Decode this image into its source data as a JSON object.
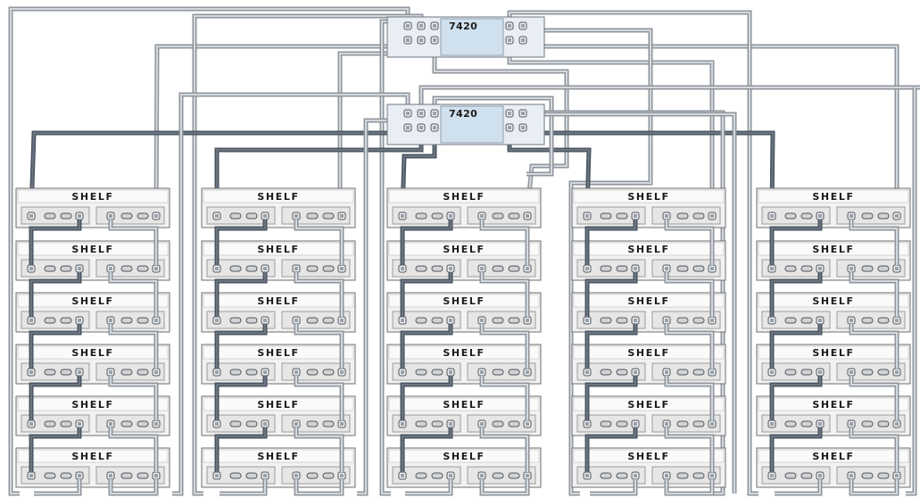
{
  "controllers": [
    {
      "label": "7420"
    },
    {
      "label": "7420"
    }
  ],
  "shelf_label": "SHELF",
  "columns": 5,
  "shelves_per_column": 6,
  "colors": {
    "background": "#ffffff",
    "controller_panel": "#cfe0ee",
    "shelf_body": "#f2f2f2",
    "shelf_border": "#6f6f6f",
    "cable_dark": "#4b5561",
    "cable_light": "#d4d8dc",
    "cable_mid": "#8e959c",
    "port_fill": "#9aa1a8"
  }
}
